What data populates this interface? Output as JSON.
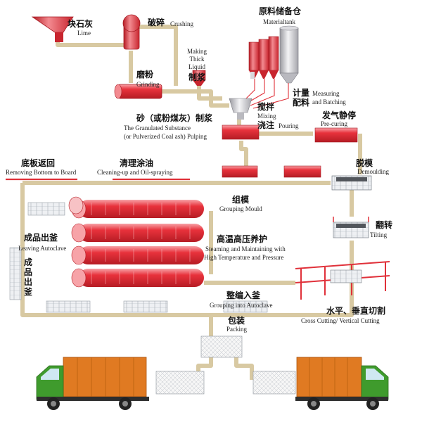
{
  "colors": {
    "pipe": "#d8c9a2",
    "pipe_edge": "#a89868",
    "red": "#e8323c",
    "red_dark": "#b51c24",
    "rail": "#e0313a",
    "truck_cab": "#3f9b2d",
    "truck_box": "#e07a22",
    "block": "#e9ebee",
    "block_edge": "#9aa0a8"
  },
  "labels": {
    "lime_zh": "块石灰",
    "lime_en": "Lime",
    "crushing_zh": "破碎",
    "crushing_en": "Crushing",
    "material_tank_zh": "原料储备仓",
    "material_tank_en": "Materialtank",
    "making_en": "Making Thick Liquid",
    "making_zh": "制浆",
    "grinding_zh": "磨粉",
    "grinding_en": "Grinding",
    "measuring_zh1": "计量",
    "measuring_zh2": "配料",
    "measuring_en1": "Measuring",
    "measuring_en2": "and Batching",
    "mixing_zh": "搅拌",
    "mixing_en": "Mixing",
    "pouring_zh": "浇注",
    "pouring_en": "Pouring",
    "sand_zh": "砂（或粉煤灰）制浆",
    "sand_en1": "The Granulated Substance",
    "sand_en2": "(or Pulverized Coal ash) Pulping",
    "precuring_zh": "发气静停",
    "precuring_en": "Pre-curing",
    "removing_zh": "底板返回",
    "removing_en": "Removing Bottom to Board",
    "cleaning_zh": "清理涂油",
    "cleaning_en": "Cleaning-up and Oil-spraying",
    "demoulding_zh": "脱模",
    "demoulding_en": "Demoulding",
    "grouping_zh": "组模",
    "grouping_en": "Grouping Mould",
    "leaving_zh": "成品出釜",
    "leaving_en": "Leaving Autoclave",
    "leaving_vert_zh": "成品出釜",
    "steaming_zh": "高温高压养护",
    "steaming_en1": "Steaming and Maintaining with",
    "steaming_en2": "High Temperature and Pressure",
    "tilting_zh": "翻转",
    "tilting_en": "Tilting",
    "autoclave_zh": "整编入釜",
    "autoclave_en": "Grouping into Autoclave",
    "cutting_zh": "水平、垂直切割",
    "cutting_en": "Cross Cutting/ Vertical Cutting",
    "packing_zh": "包装",
    "packing_en": "Packing"
  },
  "icons": [
    "lime-hopper-icon",
    "crusher-icon",
    "grinder-icon",
    "silo-icon",
    "mixer-icon",
    "mould-cart-icon",
    "autoclave-icon",
    "cutting-frame-icon",
    "truck-icon",
    "aac-block-stack-icon"
  ]
}
